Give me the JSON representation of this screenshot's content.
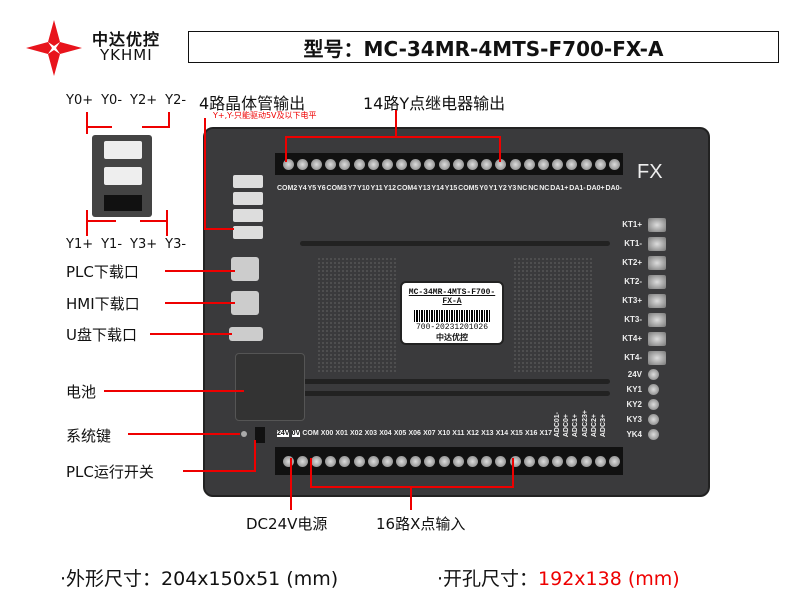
{
  "brand": {
    "name_cn": "中达优控",
    "name_en": "YKHMI",
    "color": "#e8141c"
  },
  "model_title": "型号：MC-34MR-4MTS-F700-FX-A",
  "annotations": {
    "transistor_out": "4路晶体管输出",
    "transistor_note": "Y+,Y-只能驱动5V及以下电平",
    "relay_out": "14路Y点继电器输出",
    "y_top": [
      "Y0+",
      "Y0-",
      "Y2+",
      "Y2-"
    ],
    "y_bottom": [
      "Y1+",
      "Y1-",
      "Y3+",
      "Y3-"
    ],
    "plc_port": "PLC下载口",
    "hmi_port": "HMI下载口",
    "usb_port": "U盘下载口",
    "battery": "电池",
    "sys_key": "系统键",
    "run_switch": "PLC运行开关",
    "power": "DC24V电源",
    "x_in": "16路X点输入"
  },
  "device": {
    "series": "FX",
    "top_terminals": [
      "COM2",
      "Y4",
      "Y5",
      "Y6",
      "COM3",
      "Y7",
      "Y10",
      "Y11",
      "Y12",
      "COM4",
      "Y13",
      "Y14",
      "Y15",
      "COM5",
      "Y0",
      "Y1",
      "Y2",
      "Y3",
      "NC",
      "NC",
      "NC",
      "DA1+",
      "DA1-",
      "DA0+",
      "DA0-"
    ],
    "bottom_terminals": [
      "24V",
      "0V",
      "COM",
      "X00",
      "X01",
      "X02",
      "X03",
      "X04",
      "X05",
      "X06",
      "X07",
      "X10",
      "X11",
      "X12",
      "X13",
      "X14",
      "X15",
      "X16",
      "X17",
      "ADC01-",
      "ADC0+",
      "ADC1+",
      "ADC23+",
      "ADC2+",
      "ADC3+"
    ],
    "right_terminals": [
      "KT1+",
      "KT1-",
      "KT2+",
      "KT2-",
      "KT3+",
      "KT3-",
      "KT4+",
      "KT4-",
      "24V",
      "KY1",
      "KY2",
      "KY3",
      "YK4"
    ],
    "label": {
      "model": "MC-34MR-4MTS-F700-FX-A",
      "serial": "700-20231201026",
      "brand": "中达优控"
    }
  },
  "footer": {
    "size_label": "·外形尺寸：",
    "size_value": "204x150x51 (mm)",
    "cut_label": "·开孔尺寸：",
    "cut_value": "192x138 (mm)"
  }
}
